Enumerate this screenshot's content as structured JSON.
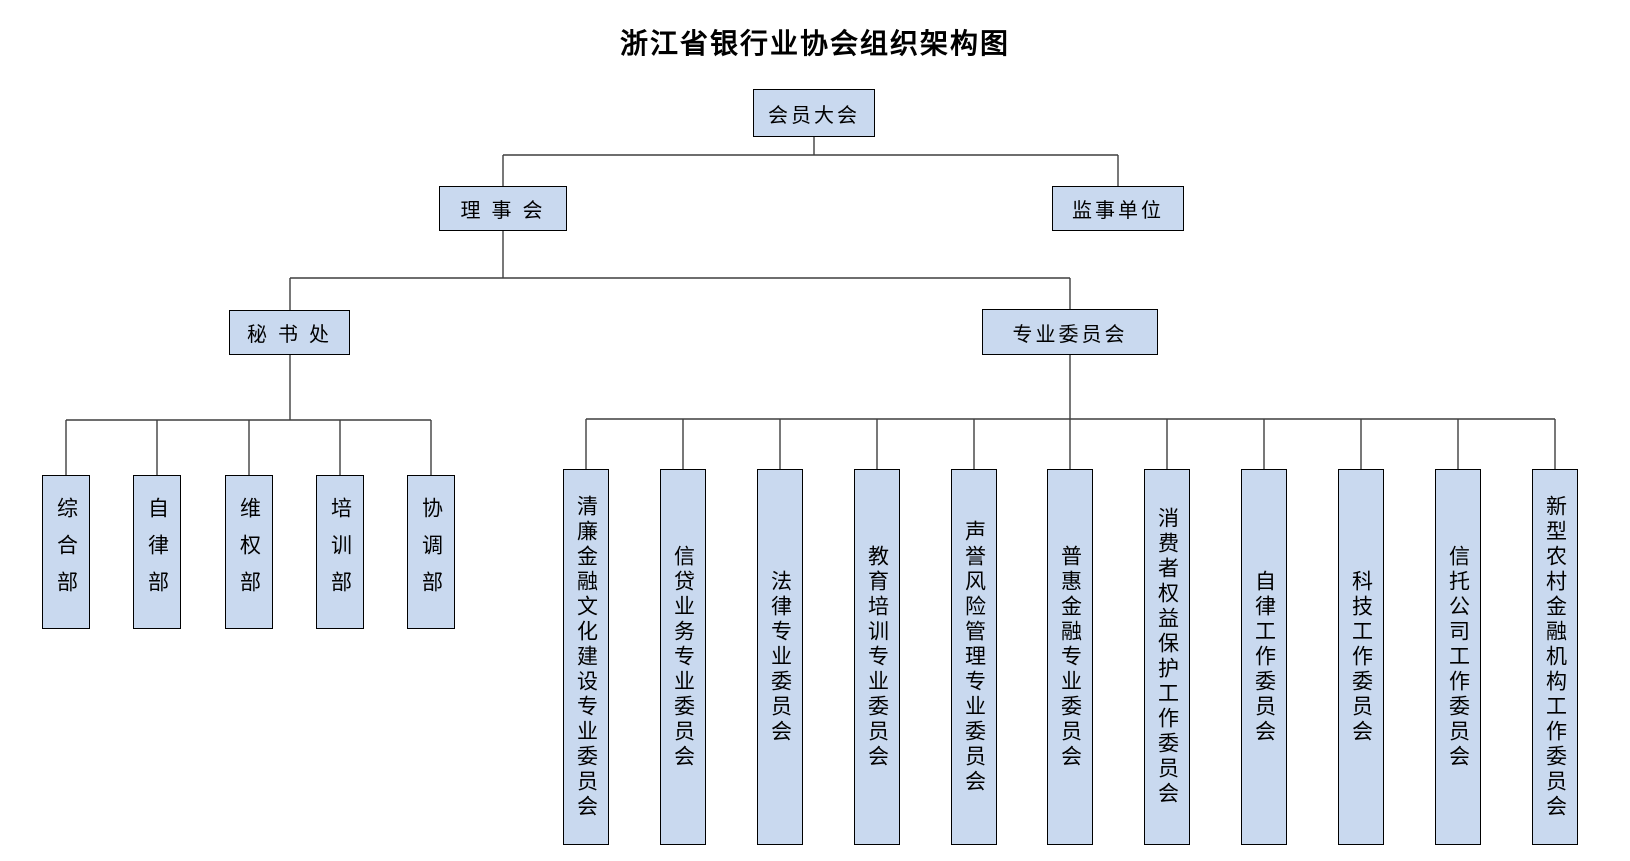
{
  "title": "浙江省银行业协会组织架构图",
  "nodes": {
    "members_assembly": "会员大会",
    "board_of_directors": "理 事 会",
    "supervisory_units": "监事单位",
    "secretariat": "秘 书 处",
    "professional_committees": "专业委员会"
  },
  "departments": [
    "综合部",
    "自律部",
    "维权部",
    "培训部",
    "协调部"
  ],
  "committees": [
    "清廉金融文化建设专业委员会",
    "信贷业务专业委员会",
    "法律专业委员会",
    "教育培训专业委员会",
    "声誉风险管理专业委员会",
    "普惠金融专业委员会",
    "消费者权益保护工作委员会",
    "自律工作委员会",
    "科技工作委员会",
    "信托公司工作委员会",
    "新型农村金融机构工作委员会"
  ],
  "colors": {
    "box_fill": "#c9d9ef",
    "box_border": "#000000",
    "connector": "#3f3f3f",
    "background": "#ffffff",
    "text": "#000000"
  }
}
